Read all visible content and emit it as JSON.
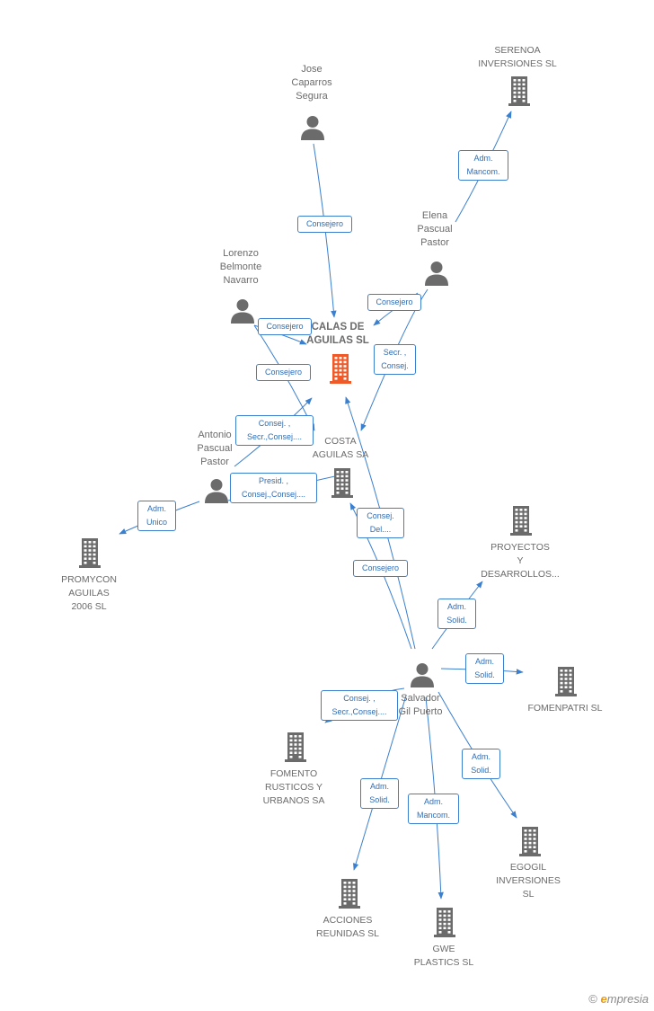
{
  "graph": {
    "icons": {
      "person": "person-icon",
      "company": "building-icon"
    },
    "colors": {
      "edge": "#3b7fcf",
      "edge_label_text": "#2f6db5",
      "node_icon": "#6b6b6b",
      "main_node": "#f05a28",
      "label_text": "#6b6b6b"
    },
    "nodes": [
      {
        "id": "calas",
        "type": "company",
        "main": true,
        "label": "CALAS DE\nAGUILAS SL"
      },
      {
        "id": "costa",
        "type": "company",
        "label": "COSTA\nAGUILAS SA"
      },
      {
        "id": "serenoa",
        "type": "company",
        "label": "SERENOA\nINVERSIONES SL"
      },
      {
        "id": "promycon",
        "type": "company",
        "label": "PROMYCON\nAGUILAS\n2006 SL"
      },
      {
        "id": "proyectos",
        "type": "company",
        "label": "PROYECTOS\nY\nDESARROLLOS..."
      },
      {
        "id": "fomenpatri",
        "type": "company",
        "label": "FOMENPATRI SL"
      },
      {
        "id": "fomento",
        "type": "company",
        "label": "FOMENTO\nRUSTICOS Y\nURBANOS SA"
      },
      {
        "id": "egogil",
        "type": "company",
        "label": "EGOGIL\nINVERSIONES\nSL"
      },
      {
        "id": "acciones",
        "type": "company",
        "label": "ACCIONES\nREUNIDAS SL"
      },
      {
        "id": "gwe",
        "type": "company",
        "label": "GWE\nPLASTICS SL"
      },
      {
        "id": "jose",
        "type": "person",
        "label": "Jose\nCaparros\nSegura"
      },
      {
        "id": "elena",
        "type": "person",
        "label": "Elena\nPascual\nPastor"
      },
      {
        "id": "lorenzo",
        "type": "person",
        "label": "Lorenzo\nBelmonte\nNavarro"
      },
      {
        "id": "antonio",
        "type": "person",
        "label": "Antonio\nPascual\nPastor"
      },
      {
        "id": "salvador",
        "type": "person",
        "label": "Salvador\nGil Puerto"
      }
    ],
    "edges": [
      {
        "from": "jose",
        "to": "calas",
        "label": "Consejero"
      },
      {
        "from": "elena",
        "to": "serenoa",
        "label": "Adm.\nMancom."
      },
      {
        "from": "elena",
        "to": "calas",
        "label": "Consejero"
      },
      {
        "from": "elena",
        "to": "costa",
        "label": "Secr. ,\nConsej."
      },
      {
        "from": "lorenzo",
        "to": "calas",
        "label": "Consejero"
      },
      {
        "from": "lorenzo",
        "to": "costa",
        "label": "Consejero"
      },
      {
        "from": "antonio",
        "to": "calas",
        "label": "Consej. ,\nSecr.,Consej...."
      },
      {
        "from": "antonio",
        "to": "costa",
        "label": "Presid. ,\nConsej.,Consej...."
      },
      {
        "from": "antonio",
        "to": "promycon",
        "label": "Adm.\nUnico"
      },
      {
        "from": "salvador",
        "to": "calas",
        "label": "Consej.\nDel...."
      },
      {
        "from": "salvador",
        "to": "costa",
        "label": "Consejero"
      },
      {
        "from": "salvador",
        "to": "proyectos",
        "label": "Adm.\nSolid."
      },
      {
        "from": "salvador",
        "to": "fomenpatri",
        "label": "Adm.\nSolid."
      },
      {
        "from": "salvador",
        "to": "fomento",
        "label": "Consej. ,\nSecr.,Consej...."
      },
      {
        "from": "salvador",
        "to": "egogil",
        "label": "Adm.\nSolid."
      },
      {
        "from": "salvador",
        "to": "acciones",
        "label": "Adm.\nSolid."
      },
      {
        "from": "salvador",
        "to": "gwe",
        "label": "Adm.\nMancom."
      }
    ]
  },
  "footer": {
    "copyright": "©",
    "brand_initial": "e",
    "brand_rest": "mpresia"
  }
}
